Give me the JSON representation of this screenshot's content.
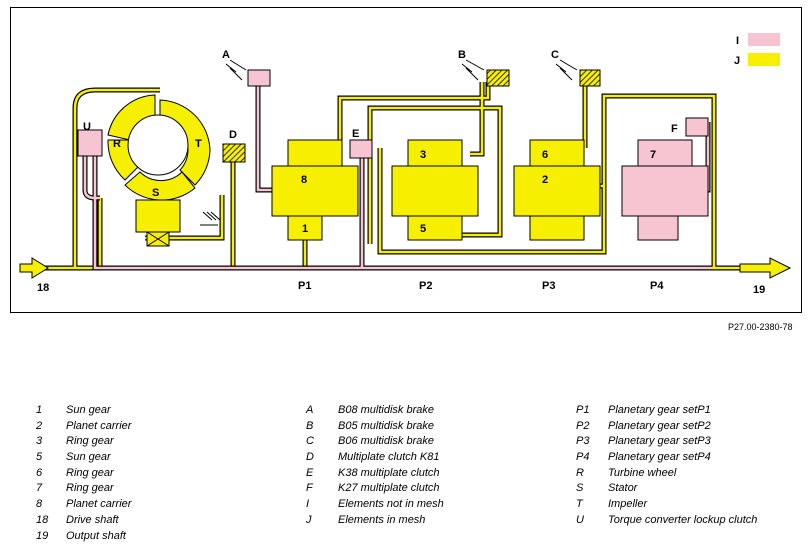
{
  "diagram": {
    "gear_sets": [
      "P1",
      "P2",
      "P3",
      "P4"
    ],
    "shaft_labels": [
      "18",
      "19"
    ],
    "brake_labels": [
      "A",
      "B",
      "C",
      "D",
      "E",
      "F"
    ],
    "element_numbers": [
      "1",
      "8",
      "3",
      "5",
      "6",
      "2",
      "7"
    ],
    "converter_labels": [
      "U",
      "R",
      "T",
      "S"
    ],
    "state_key": [
      {
        "key": "I",
        "color": "#f7c5d2"
      },
      {
        "key": "J",
        "color": "#f7ef00"
      }
    ],
    "colors": {
      "not_in_mesh": "#f7c5d2",
      "in_mesh": "#f7ef00",
      "line": "#000000"
    }
  },
  "reference_code": "P27.00-2380-78",
  "legend": {
    "col1": [
      {
        "key": "1",
        "text": "Sun gear"
      },
      {
        "key": "2",
        "text": "Planet carrier"
      },
      {
        "key": "3",
        "text": "Ring gear"
      },
      {
        "key": "5",
        "text": "Sun gear"
      },
      {
        "key": "6",
        "text": "Ring gear"
      },
      {
        "key": "7",
        "text": "Ring gear"
      },
      {
        "key": "8",
        "text": "Planet carrier"
      },
      {
        "key": "18",
        "text": "Drive shaft"
      },
      {
        "key": "19",
        "text": "Output shaft"
      }
    ],
    "col2": [
      {
        "key": "A",
        "text": "B08 multidisk brake"
      },
      {
        "key": "B",
        "text": "B05 multidisk brake"
      },
      {
        "key": "C",
        "text": "B06 multidisk brake"
      },
      {
        "key": "D",
        "text": "Multiplate clutch K81"
      },
      {
        "key": "E",
        "text": "K38 multiplate clutch"
      },
      {
        "key": "F",
        "text": "K27 multiplate clutch"
      },
      {
        "key": "I",
        "text": "Elements not in mesh"
      },
      {
        "key": "J",
        "text": "Elements in mesh"
      }
    ],
    "col3": [
      {
        "key": "P1",
        "text": "Planetary gear setP1"
      },
      {
        "key": "P2",
        "text": "Planetary gear setP2"
      },
      {
        "key": "P3",
        "text": "Planetary gear setP3"
      },
      {
        "key": "P4",
        "text": "Planetary gear setP4"
      },
      {
        "key": "R",
        "text": "Turbine wheel"
      },
      {
        "key": "S",
        "text": "Stator"
      },
      {
        "key": "T",
        "text": "Impeller"
      },
      {
        "key": "U",
        "text": "Torque converter lockup clutch"
      }
    ]
  }
}
